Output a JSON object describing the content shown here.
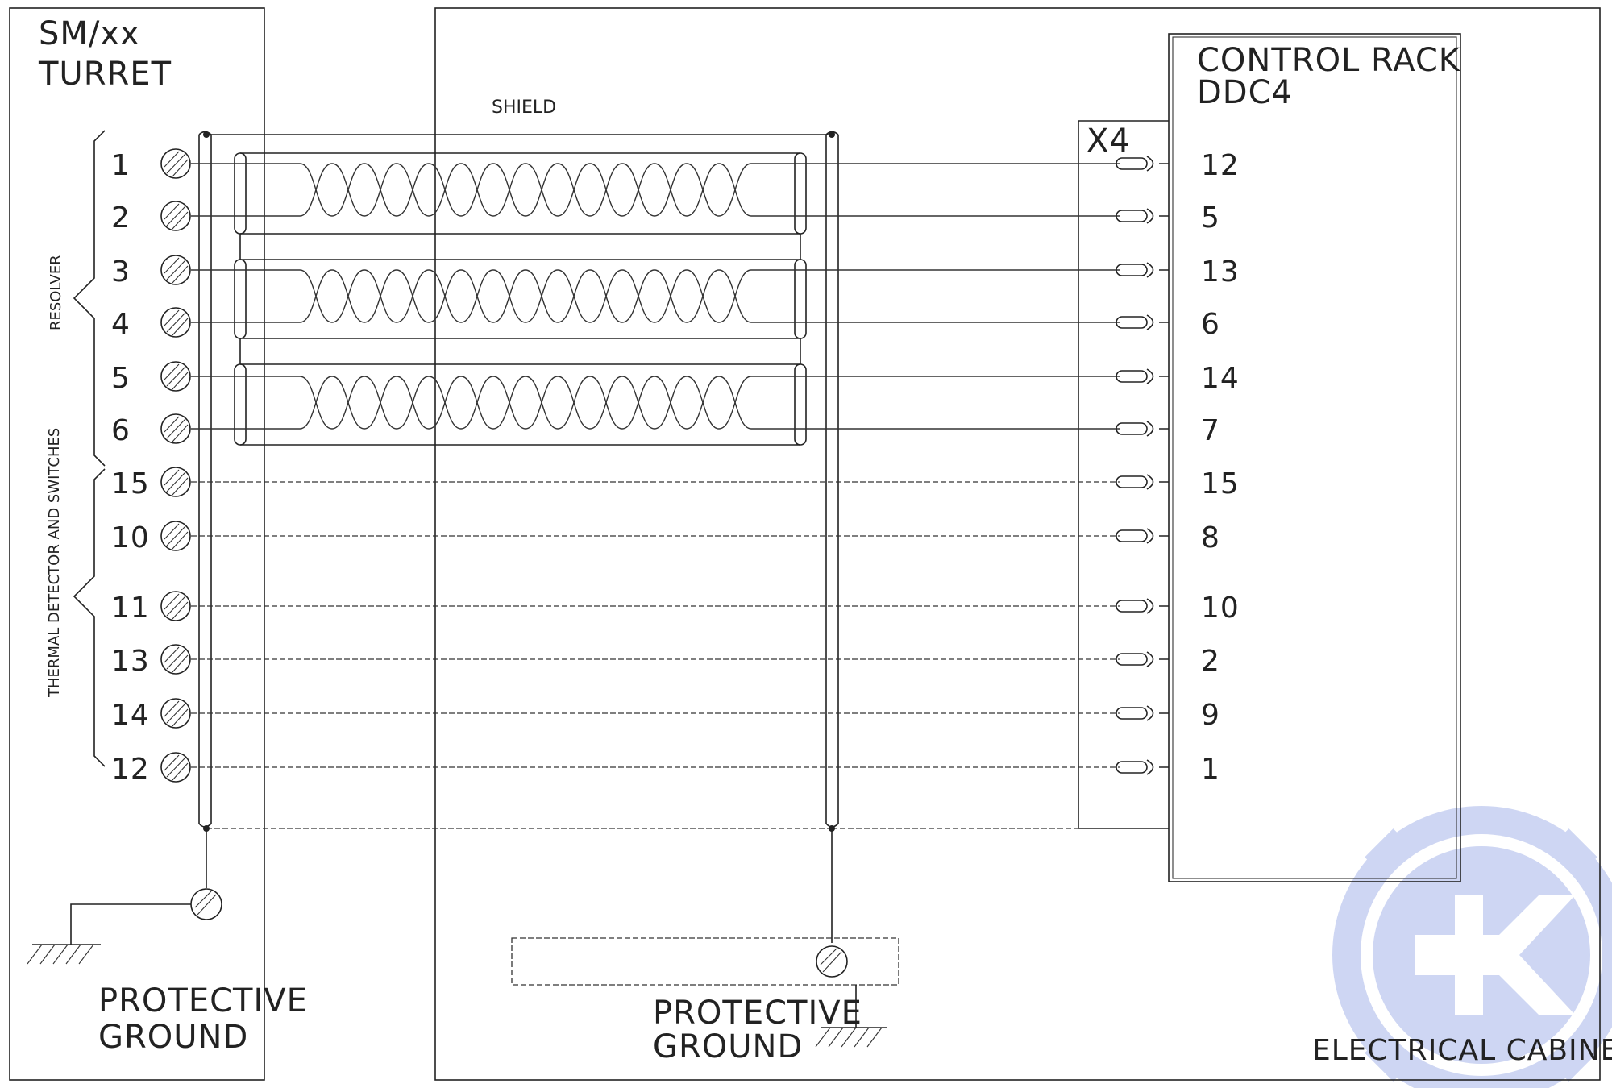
{
  "turret": {
    "line1": "SM/xx",
    "line2": "TURRET"
  },
  "shield_label": "SHIELD",
  "control_rack": {
    "line1": "CONTROL RACK",
    "line2": "DDC4",
    "connector": "X4"
  },
  "group_labels": {
    "resolver": "RESOLVER",
    "thermal": "THERMAL DETECTOR AND SWITCHES"
  },
  "terminals": [
    {
      "left": "1",
      "right": "12"
    },
    {
      "left": "2",
      "right": "5"
    },
    {
      "left": "3",
      "right": "13"
    },
    {
      "left": "4",
      "right": "6"
    },
    {
      "left": "5",
      "right": "14"
    },
    {
      "left": "6",
      "right": "7"
    },
    {
      "left": "15",
      "right": "15"
    },
    {
      "left": "10",
      "right": "8"
    },
    {
      "left": "11",
      "right": "10"
    },
    {
      "left": "13",
      "right": "2"
    },
    {
      "left": "14",
      "right": "9"
    },
    {
      "left": "12",
      "right": "1"
    }
  ],
  "ground_left": {
    "line1": "PROTECTIVE",
    "line2": "GROUND"
  },
  "ground_right": {
    "line1": "PROTECTIVE",
    "line2": "GROUND"
  },
  "cabinet_label": "ELECTRICAL CABINET",
  "colors": {
    "line": "#222222",
    "watermark": "#c9d2f2"
  }
}
